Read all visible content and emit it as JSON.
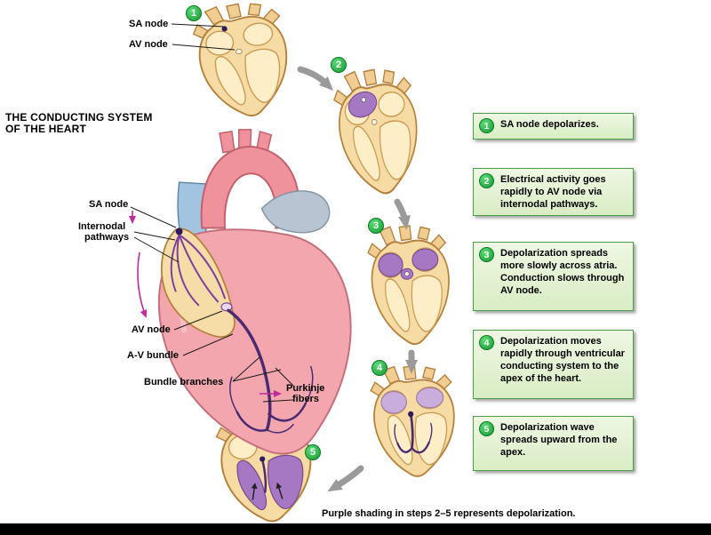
{
  "figure": {
    "title_line1": "THE CONDUCTING SYSTEM",
    "title_line2": "OF THE HEART",
    "caption": "Purple shading in steps 2–5 represents depolarization."
  },
  "colors": {
    "step_green": "#149a32",
    "callout_bg": "#e4f2d6",
    "callout_border": "#4a9e4a",
    "depolarization_purple": "#a678c4",
    "conduction_purple": "#4a2a70",
    "label_magenta": "#c2299c",
    "heart_muscle_pink": "#f3a6ae",
    "heart_wall_tan": "#f7dba4",
    "flow_arrow_gray": "#9a9a9a"
  },
  "steps": [
    {
      "num": "1",
      "text": "SA node depolarizes."
    },
    {
      "num": "2",
      "text": "Electrical activity goes rapidly to AV node via internodal pathways."
    },
    {
      "num": "3",
      "text": "Depolarization spreads more slowly across atria. Conduction slows through AV node."
    },
    {
      "num": "4",
      "text": "Depolarization moves rapidly through ventricular conducting system to the apex of the heart."
    },
    {
      "num": "5",
      "text": "Depolarization wave spreads upward from the apex."
    }
  ],
  "inset_labels": {
    "sa_node": "SA node",
    "av_node": "AV node"
  },
  "anatomy_labels": {
    "sa_node": "SA node",
    "internodal_line1": "Internodal",
    "internodal_line2": "pathways",
    "av_node": "AV node",
    "av_bundle": "A-V bundle",
    "bundle_branches": "Bundle branches",
    "purkinje_line1": "Purkinje",
    "purkinje_line2": "fibers"
  }
}
